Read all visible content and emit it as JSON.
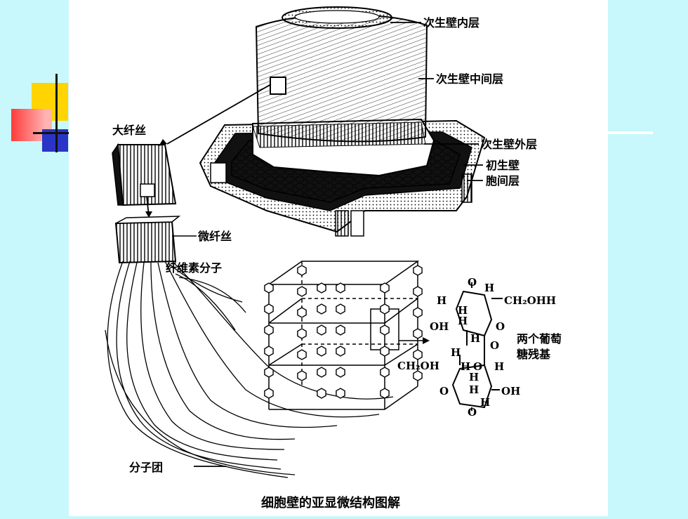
{
  "slide": {
    "background": "#c8f8fc",
    "panel_background": "#ffffff",
    "decoration_colors": {
      "yellow": "#ffd400",
      "red": "#ff3b3b",
      "blue": "#2a35c8",
      "line": "#111111"
    }
  },
  "figure": {
    "labels": {
      "secondary_inner": "次生壁内层",
      "secondary_middle": "次生壁中间层",
      "secondary_outer": "次生壁外层",
      "primary_wall": "初生壁",
      "middle_lamella": "胞间层",
      "macrofibril": "大纤丝",
      "microfibril": "微纤丝",
      "cellulose_molecule": "纤维素分子",
      "micelle": "分子团",
      "glucose_residues_line1": "两个葡萄",
      "glucose_residues_line2": "糖残基"
    },
    "chem": {
      "h_top": "H",
      "h_left": "H",
      "ch2ohh": "CH₂OHH",
      "oh_left": "OH",
      "h_ring_1": "H",
      "h_ring_2": "H",
      "o_ring_1": "O",
      "h_bridge_1": "H",
      "h_bridge_2": "H",
      "o_bridge": "O",
      "ch2oh": "CH₂OH",
      "h_low_1": "H",
      "o_low": "O",
      "h_low_2": "H",
      "h_low_3": "H",
      "o_low_ring": "O",
      "h_low_4": "H",
      "oh_low": "OH",
      "h_low_5": "H"
    },
    "caption": "细胞壁的亚显微结构图解"
  }
}
